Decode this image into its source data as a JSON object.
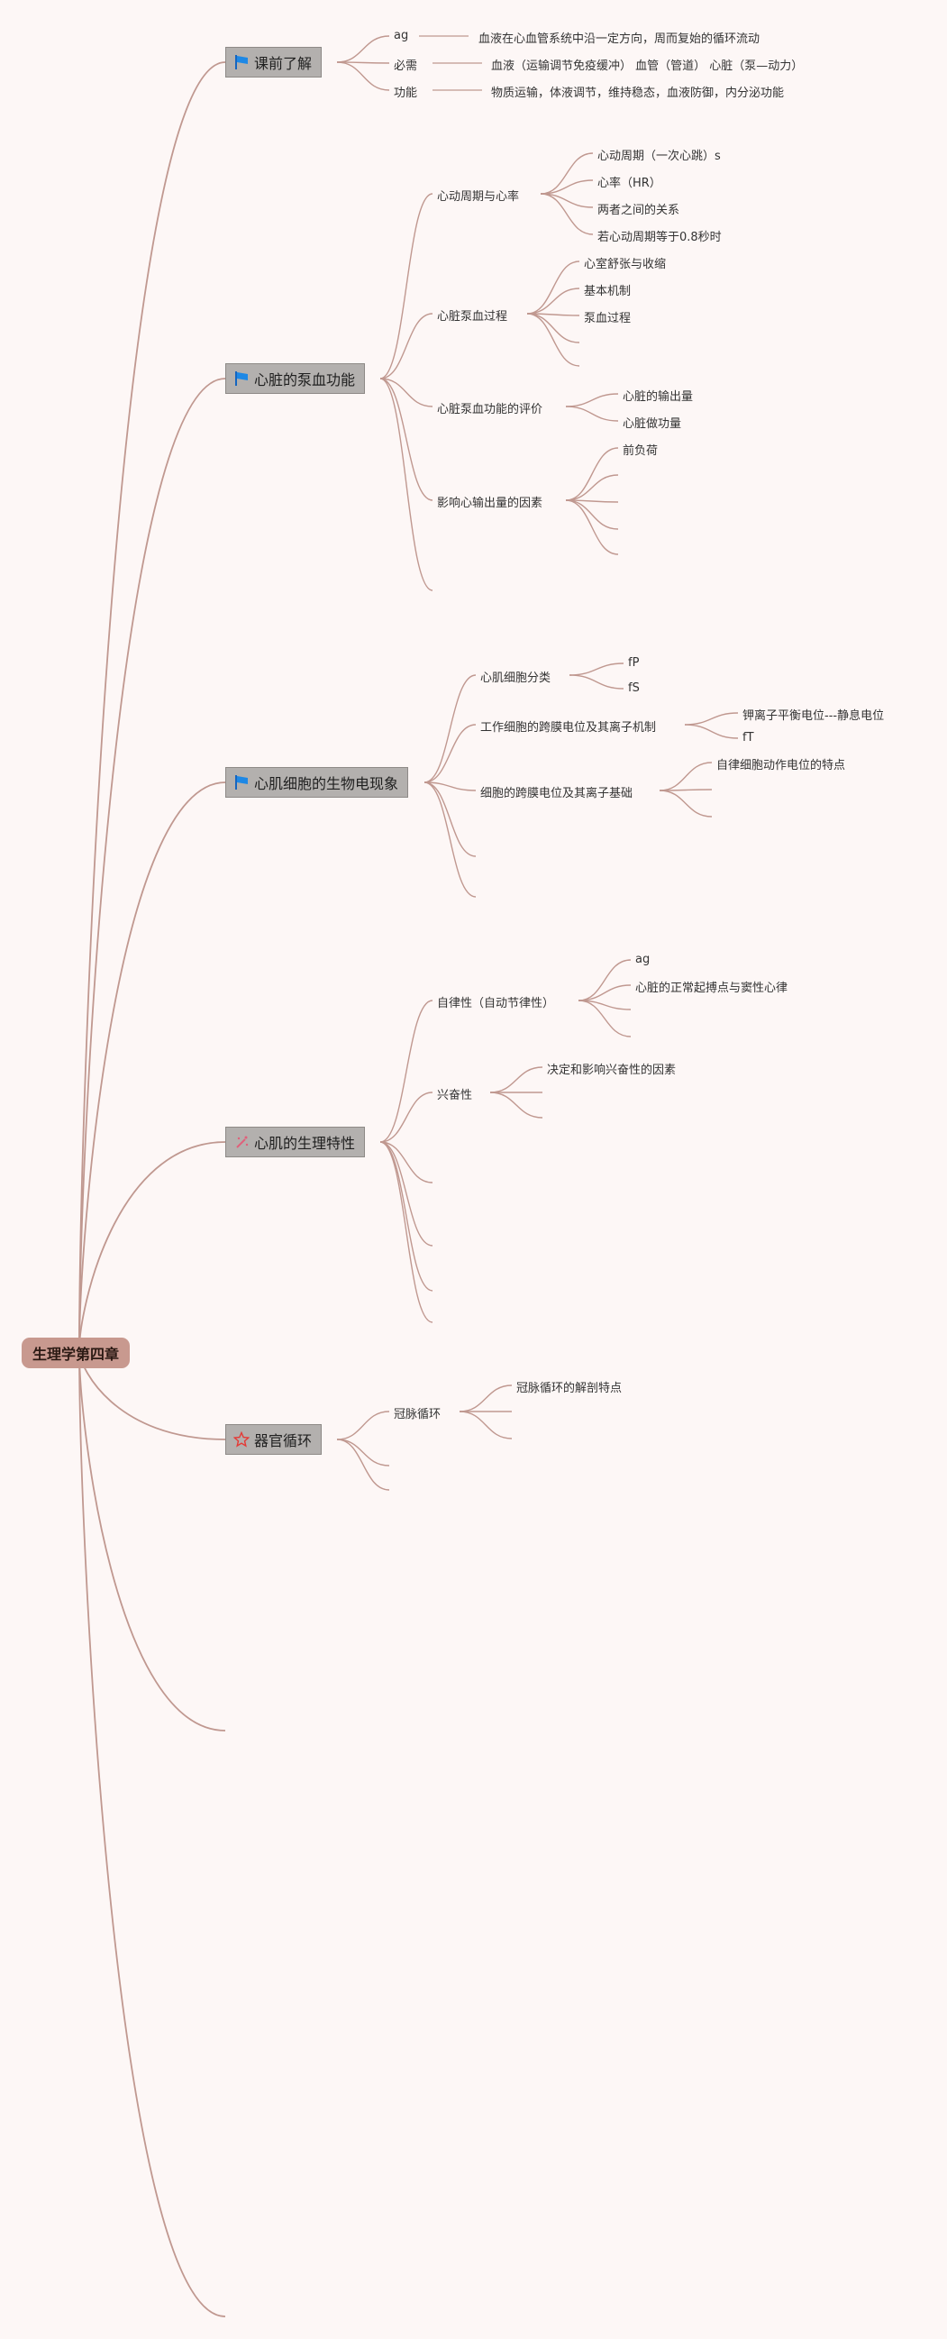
{
  "root": "生理学第四章",
  "branches": [
    {
      "label": "课前了解",
      "icon": "blue-flag-icon",
      "children": [
        {
          "label": "ag",
          "children": [
            {
              "label": "血液在心血管系统中沿一定方向，周而复始的循环流动"
            }
          ]
        },
        {
          "label": "必需",
          "children": [
            {
              "label": "血液（运输调节免疫缓冲）  血管（管道）  心脏（泵—动力）"
            }
          ]
        },
        {
          "label": "功能",
          "children": [
            {
              "label": "物质运输，体液调节，维持稳态，血液防御，内分泌功能"
            }
          ]
        }
      ]
    },
    {
      "label": "心脏的泵血功能",
      "icon": "blue-flag-icon",
      "children": [
        {
          "label": "心动周期与心率",
          "children": [
            {
              "label": "心动周期（一次心跳）s"
            },
            {
              "label": "心率（HR）"
            },
            {
              "label": "两者之间的关系"
            },
            {
              "label": "若心动周期等于0.8秒时"
            }
          ]
        },
        {
          "label": "心脏泵血过程",
          "children": [
            {
              "label": "心室舒张与收缩"
            },
            {
              "label": "基本机制"
            },
            {
              "label": "泵血过程"
            },
            {
              "label": ""
            },
            {
              "label": ""
            }
          ]
        },
        {
          "label": "心脏泵血功能的评价",
          "children": [
            {
              "label": "心脏的输出量"
            },
            {
              "label": "心脏做功量"
            }
          ]
        },
        {
          "label": "影响心输出量的因素",
          "children": [
            {
              "label": "前负荷"
            },
            {
              "label": ""
            },
            {
              "label": ""
            },
            {
              "label": ""
            },
            {
              "label": ""
            }
          ]
        },
        {
          "label": ""
        }
      ]
    },
    {
      "label": "心肌细胞的生物电现象",
      "icon": "blue-flag-icon",
      "children": [
        {
          "label": "心肌细胞分类",
          "children": [
            {
              "label": "fP"
            },
            {
              "label": "fS"
            }
          ]
        },
        {
          "label": "工作细胞的跨膜电位及其离子机制",
          "children": [
            {
              "label": "钾离子平衡电位---静息电位"
            },
            {
              "label": "fT"
            }
          ]
        },
        {
          "label": "细胞的跨膜电位及其离子基础",
          "children": [
            {
              "label": "自律细胞动作电位的特点"
            },
            {
              "label": ""
            },
            {
              "label": ""
            }
          ]
        },
        {
          "label": ""
        },
        {
          "label": ""
        }
      ]
    },
    {
      "label": "心肌的生理特性",
      "icon": "pink-wand-icon",
      "children": [
        {
          "label": "自律性（自动节律性）",
          "children": [
            {
              "label": "ag"
            },
            {
              "label": "心脏的正常起搏点与窦性心律"
            },
            {
              "label": ""
            },
            {
              "label": ""
            }
          ]
        },
        {
          "label": "兴奋性",
          "children": [
            {
              "label": "决定和影响兴奋性的因素"
            },
            {
              "label": ""
            },
            {
              "label": ""
            }
          ]
        },
        {
          "label": ""
        },
        {
          "label": ""
        },
        {
          "label": ""
        },
        {
          "label": ""
        }
      ]
    },
    {
      "label": "器官循环",
      "icon": "red-star-icon",
      "children": [
        {
          "label": "冠脉循环",
          "children": [
            {
              "label": "冠脉循环的解剖特点"
            },
            {
              "label": ""
            },
            {
              "label": ""
            }
          ]
        },
        {
          "label": ""
        },
        {
          "label": ""
        }
      ]
    },
    {
      "label": ""
    },
    {
      "label": ""
    }
  ],
  "colors": {
    "background": "#fdf7f6",
    "line": "#c09890",
    "root": "#c8998f",
    "main_node": "#b3b0ae",
    "flag": "#1e88e5",
    "star": "#e53935",
    "wand": "#e0607a"
  }
}
